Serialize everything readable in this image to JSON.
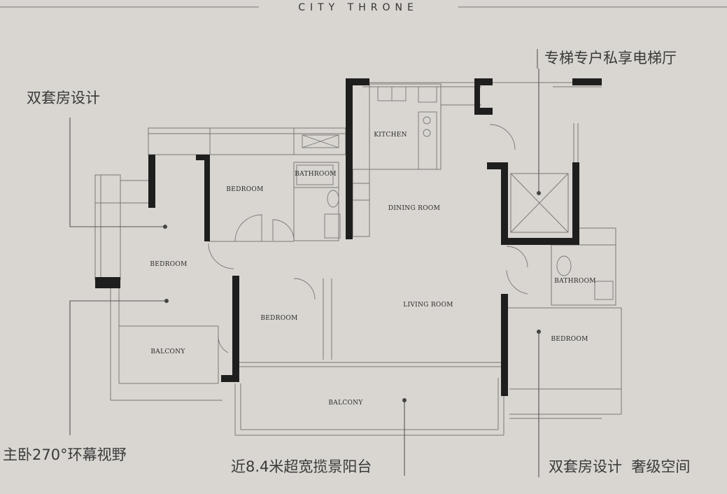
{
  "header": {
    "brand": "CITY THRONE"
  },
  "rooms": {
    "kitchen": "KITCHEN",
    "bathroom_top": "BATHROOM",
    "bedroom_top": "BEDROOM",
    "dining": "DINING ROOM",
    "bedroom_master": "BEDROOM",
    "bedroom_mid": "BEDROOM",
    "living": "LIVING ROOM",
    "bathroom_right": "BATHROOM",
    "bedroom_right": "BEDROOM",
    "balcony_left": "BALCONY",
    "balcony_main": "BALCONY"
  },
  "callouts": {
    "dual_suite": "双套房设计",
    "private_lift": "专梯专户私享电梯厅",
    "master_view": "主卧270°环幕视野",
    "balcony": "近8.4米超宽揽景阳台",
    "dual_suite_luxury": "双套房设计  奢级空间"
  }
}
